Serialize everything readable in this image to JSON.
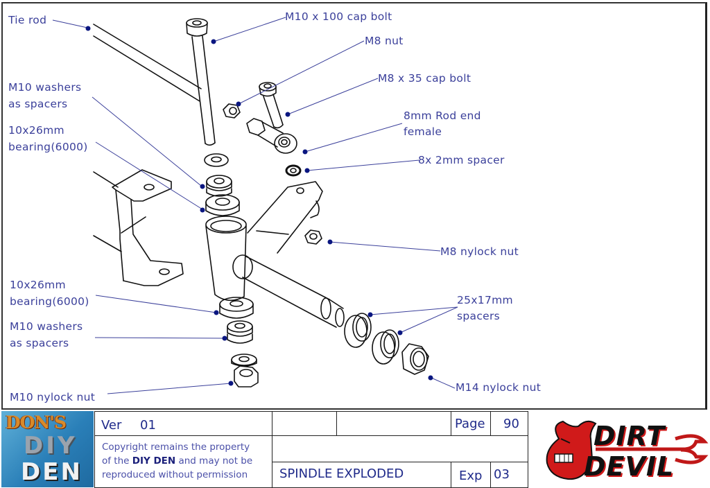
{
  "drawing": {
    "title": "SPINDLE EXPLODED",
    "labels": {
      "tie_rod": "Tie rod",
      "m10_cap_bolt": "M10 x 100 cap bolt",
      "m8_nut": "M8 nut",
      "m8_cap_bolt": "M8 x 35 cap bolt",
      "rod_end_line1": "8mm Rod end",
      "rod_end_line2": "female",
      "spacer_8x2": "8x 2mm spacer",
      "m10_washers_top_line1": "M10 washers",
      "m10_washers_top_line2": "as spacers",
      "bearing_top_line1": "10x26mm",
      "bearing_top_line2": "bearing(6000)",
      "m8_nylock": "M8 nylock nut",
      "bearing_bottom_line1": "10x26mm",
      "bearing_bottom_line2": "bearing(6000)",
      "spacers_25x17_line1": "25x17mm",
      "spacers_25x17_line2": "spacers",
      "m10_washers_bottom_line1": "M10 washers",
      "m10_washers_bottom_line2": "as spacers",
      "m14_nylock": "M14 nylock nut",
      "m10_nylock": "M10 nylock nut"
    },
    "leader_color": "#3a3f9a",
    "dot_color": "#0a1680"
  },
  "title_block": {
    "logo_left_text": [
      "DON'S",
      "DIY",
      "DEN"
    ],
    "ver_label": "Ver",
    "ver_value": "01",
    "copyright_line1": "Copyright remains the property",
    "copyright_line2_pre": "of the ",
    "copyright_line2_bold": "DIY DEN",
    "copyright_line2_post": " and may not be",
    "copyright_line3": "reproduced without permission",
    "page_label": "Page",
    "page_value": "90",
    "exp_label": "Exp",
    "exp_value": "03",
    "drawing_title": "SPINDLE EXPLODED",
    "logo_right_text": [
      "DIRT",
      "DEVIL"
    ],
    "text_color": "#1f2a8a",
    "logo_red": "#d01a1a"
  }
}
